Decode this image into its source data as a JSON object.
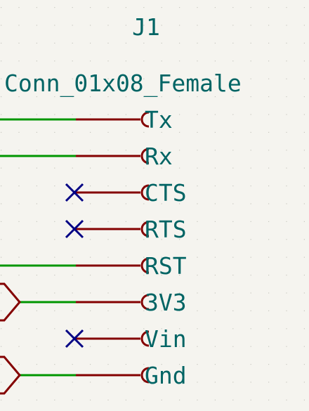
{
  "component": {
    "reference": "J1",
    "value": "Conn_01x08_Female"
  },
  "pins": [
    {
      "name": "Tx",
      "connection": "wire"
    },
    {
      "name": "Rx",
      "connection": "wire"
    },
    {
      "name": "CTS",
      "connection": "no-connect"
    },
    {
      "name": "RTS",
      "connection": "no-connect"
    },
    {
      "name": "RST",
      "connection": "wire"
    },
    {
      "name": "3V3",
      "connection": "label"
    },
    {
      "name": "Vin",
      "connection": "no-connect"
    },
    {
      "name": "Gnd",
      "connection": "label"
    }
  ],
  "colors": {
    "background": "#f5f4ef",
    "grid_dot": "#c8c8c0",
    "pin_line": "#840000",
    "wire": "#009600",
    "no_connect": "#000084",
    "text": "#006464",
    "label_outline": "#840000"
  }
}
